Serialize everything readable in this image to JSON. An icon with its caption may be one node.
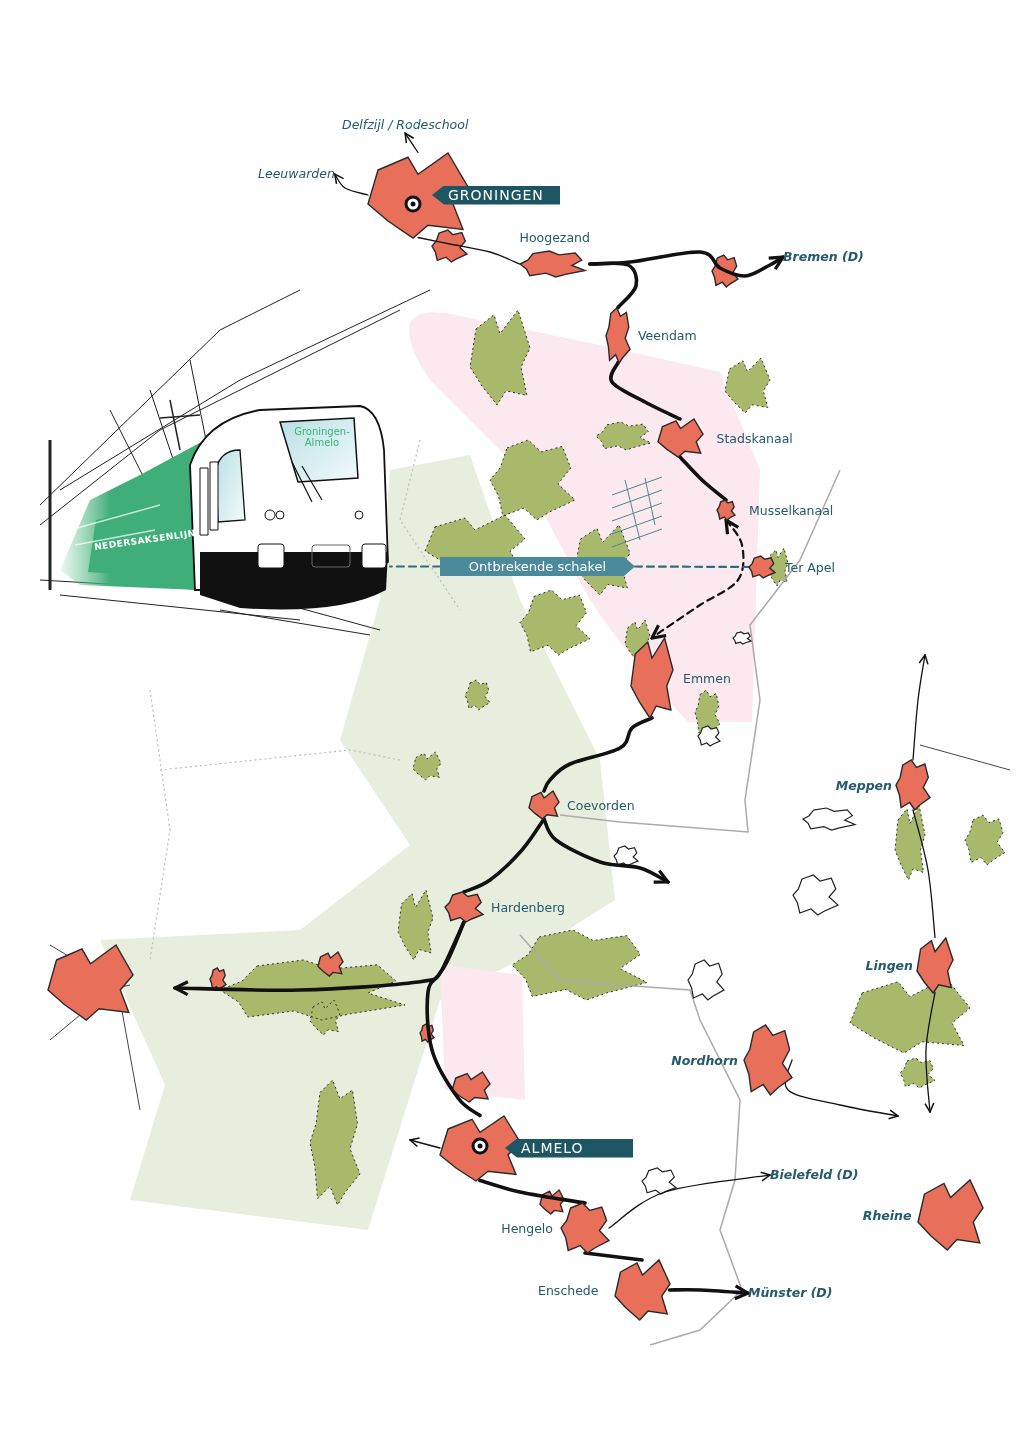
{
  "diagram": {
    "nodes": [
      {
        "text": [
          "Delfzijl / Rodeschool"
        ]
      },
      {
        "text": [
          "Leeuwarden"
        ]
      },
      {
        "text": [
          "GRONINGEN"
        ]
      },
      {
        "text": [
          "Hoogezand"
        ]
      },
      {
        "text": [
          "Bremen (D)"
        ]
      },
      {
        "text": [
          "Veendam"
        ]
      },
      {
        "text": [
          "Stadskanaal"
        ]
      },
      {
        "text": [
          "Musselkanaal"
        ]
      },
      {
        "text": [
          "Ontbrekende schakel"
        ]
      },
      {
        "text": [
          "Ter Apel"
        ]
      },
      {
        "text": [
          "Emmen"
        ]
      },
      {
        "text": [
          "Meppen"
        ]
      },
      {
        "text": [
          "Coevorden"
        ]
      },
      {
        "text": [
          "Hardenberg"
        ]
      },
      {
        "text": [
          "Lingen"
        ]
      },
      {
        "text": [
          "Nordhorn"
        ]
      },
      {
        "text": [
          "ALMELO"
        ]
      },
      {
        "text": [
          "Bielefeld (D)"
        ]
      },
      {
        "text": [
          "Rheine"
        ]
      },
      {
        "text": [
          "Hengelo"
        ]
      },
      {
        "text": [
          "Enschede"
        ]
      },
      {
        "text": [
          "Münster (D)"
        ]
      },
      {
        "text": [
          "Groningen-Almelo",
          "NEDERSAKSENLIJN"
        ]
      }
    ],
    "edges": [
      {
        "from": 2,
        "to": 0,
        "arrow": "to"
      },
      {
        "from": 2,
        "to": 1,
        "arrow": "to"
      },
      {
        "from": 2,
        "to": 3,
        "arrow": "none"
      },
      {
        "from": 3,
        "to": 4,
        "arrow": "to"
      },
      {
        "from": 3,
        "to": 5,
        "arrow": "none"
      },
      {
        "from": 5,
        "to": 6,
        "arrow": "none"
      },
      {
        "from": 6,
        "to": 7,
        "arrow": "none"
      },
      {
        "from": 7,
        "to": 10,
        "arrow": "both",
        "style": "dashed"
      },
      {
        "from": 10,
        "to": 12,
        "arrow": "none"
      },
      {
        "from": 12,
        "to": 13,
        "arrow": "none"
      },
      {
        "from": 12,
        "to": null,
        "arrow": "to"
      },
      {
        "from": 13,
        "to": 16,
        "arrow": "none"
      },
      {
        "from": 13,
        "to": null,
        "arrow": "to"
      },
      {
        "from": 16,
        "to": 19,
        "arrow": "none"
      },
      {
        "from": 19,
        "to": 20,
        "arrow": "none"
      },
      {
        "from": 20,
        "to": 21,
        "arrow": "to"
      },
      {
        "from": 19,
        "to": 17,
        "arrow": "to"
      },
      {
        "from": 11,
        "to": null,
        "arrow": "to"
      },
      {
        "from": 11,
        "to": 14,
        "arrow": "none"
      },
      {
        "from": 14,
        "to": null,
        "arrow": "to"
      },
      {
        "from": 15,
        "to": null,
        "arrow": "to"
      },
      {
        "from": 16,
        "to": null,
        "arrow": "to"
      },
      {
        "from": 8,
        "to": 22,
        "arrow": "none",
        "style": "dashed",
        "color": "#2d6e7e"
      },
      {
        "from": 8,
        "to": 9,
        "arrow": "none",
        "style": "dashed",
        "color": "#2d6e7e"
      }
    ]
  }
}
